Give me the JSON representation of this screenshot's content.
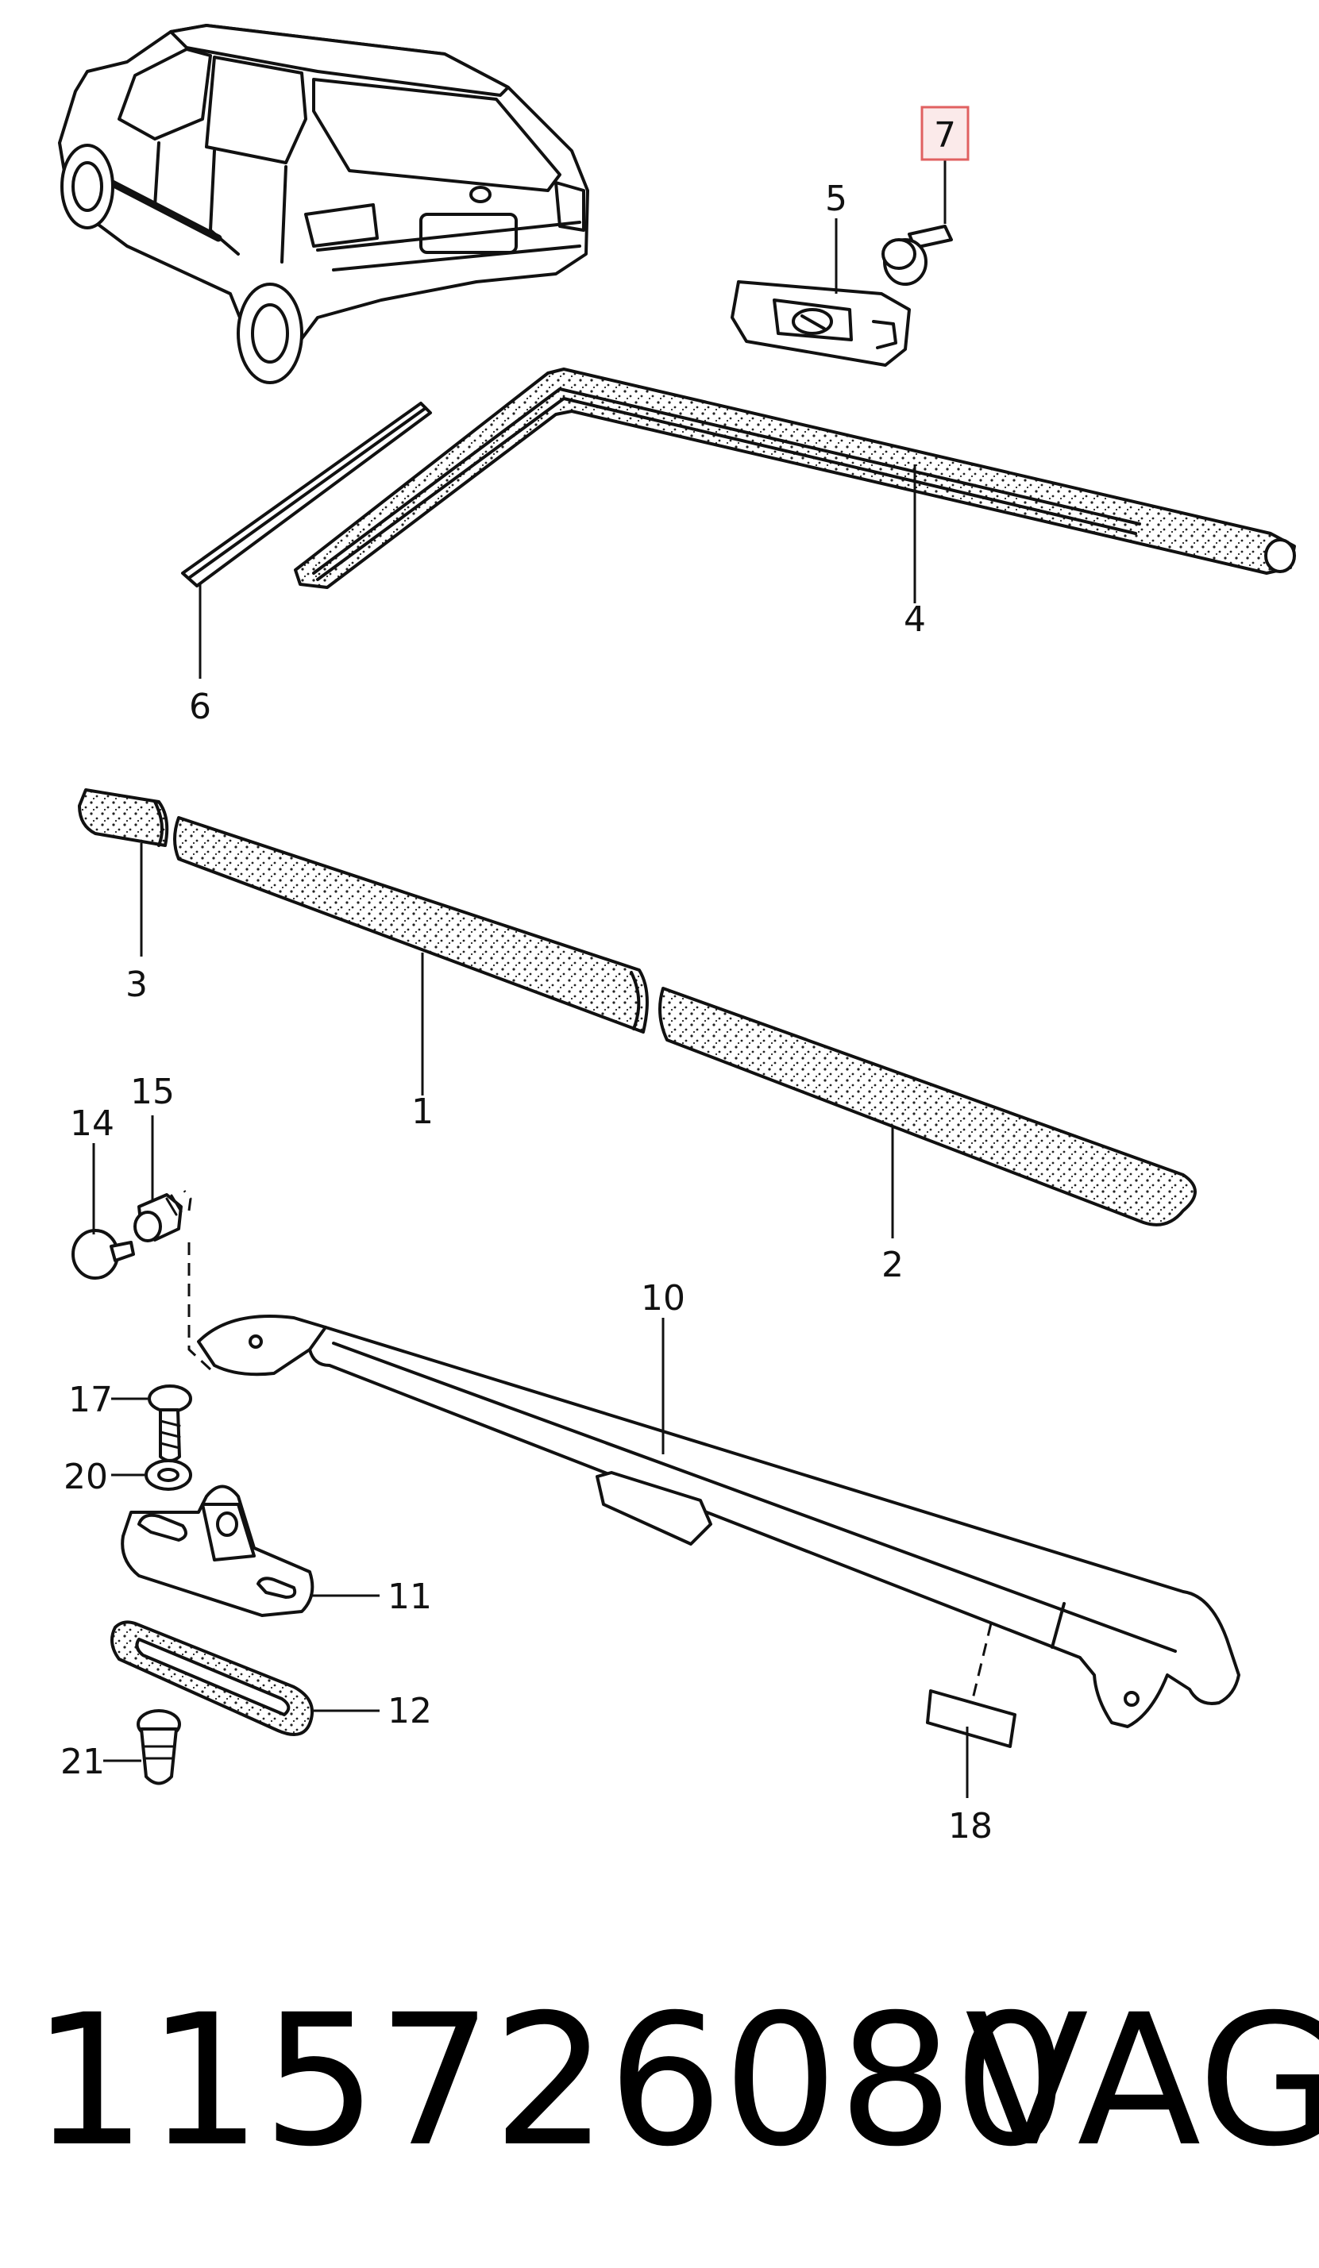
{
  "callouts": {
    "c1": "1",
    "c2": "2",
    "c3": "3",
    "c4": "4",
    "c5": "5",
    "c6": "6",
    "c7": "7",
    "c10": "10",
    "c11": "11",
    "c12": "12",
    "c14": "14",
    "c15": "15",
    "c17": "17",
    "c18": "18",
    "c20": "20",
    "c21": "21"
  },
  "highlighted_callout": "7",
  "highlight_color": "#e06060",
  "part_number": "115726080",
  "brand": "VAG"
}
